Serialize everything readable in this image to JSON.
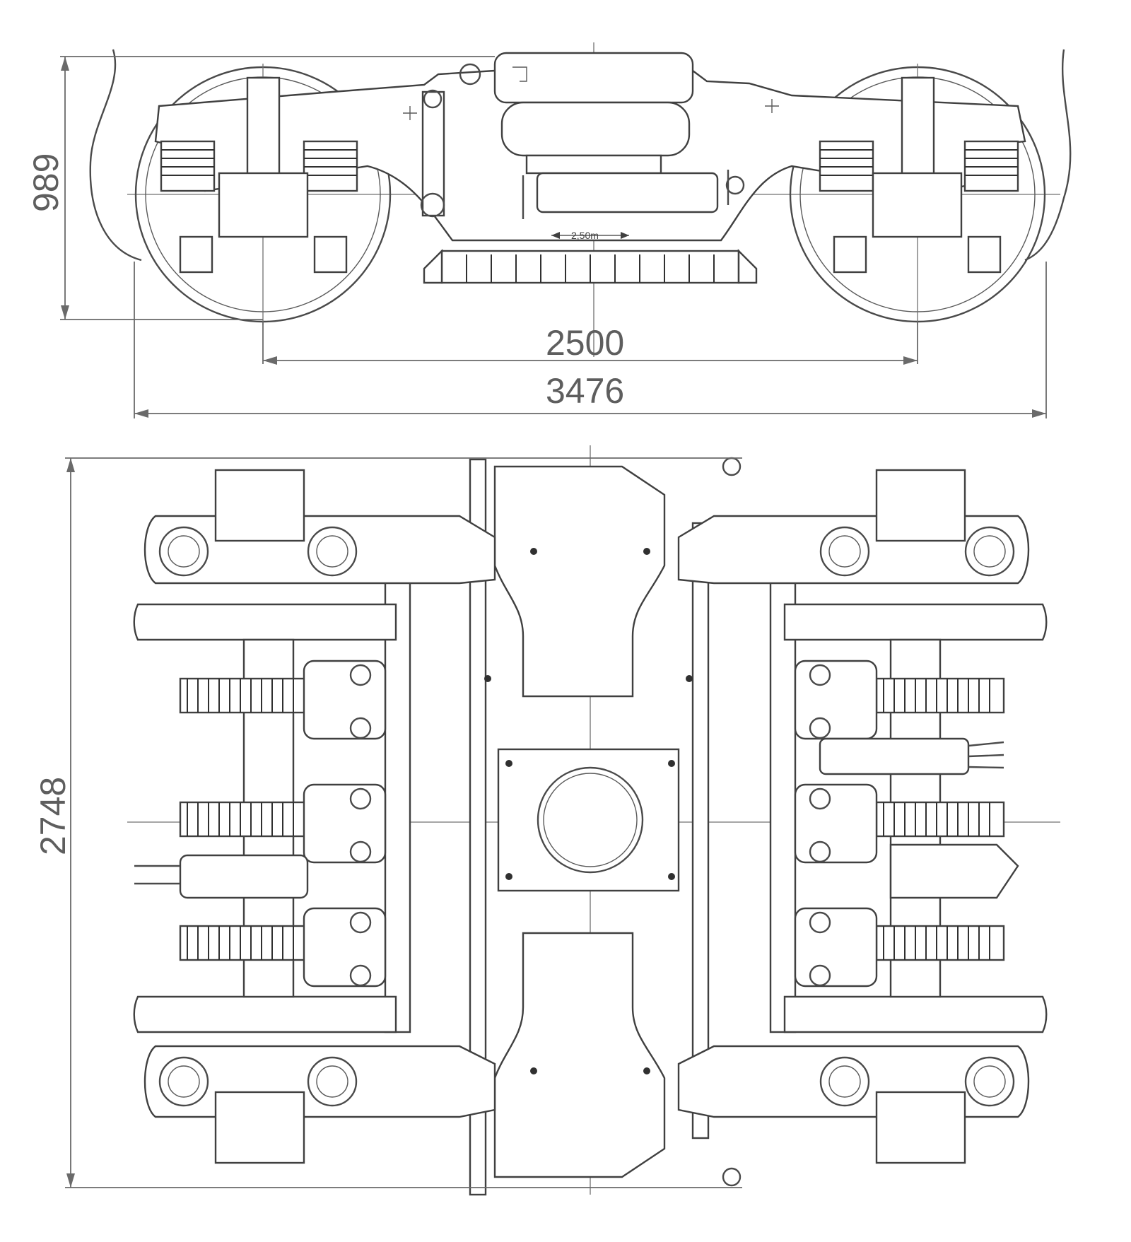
{
  "dimensions": {
    "height_side_view": "989",
    "wheelbase": "2500",
    "overall_length": "3476",
    "width_plan_view": "2748"
  },
  "annotations": {
    "center_label": "2,50m"
  },
  "colors": {
    "background": "#ffffff",
    "line": "#4a4a4a",
    "dimension_text": "#5e5e5e"
  }
}
